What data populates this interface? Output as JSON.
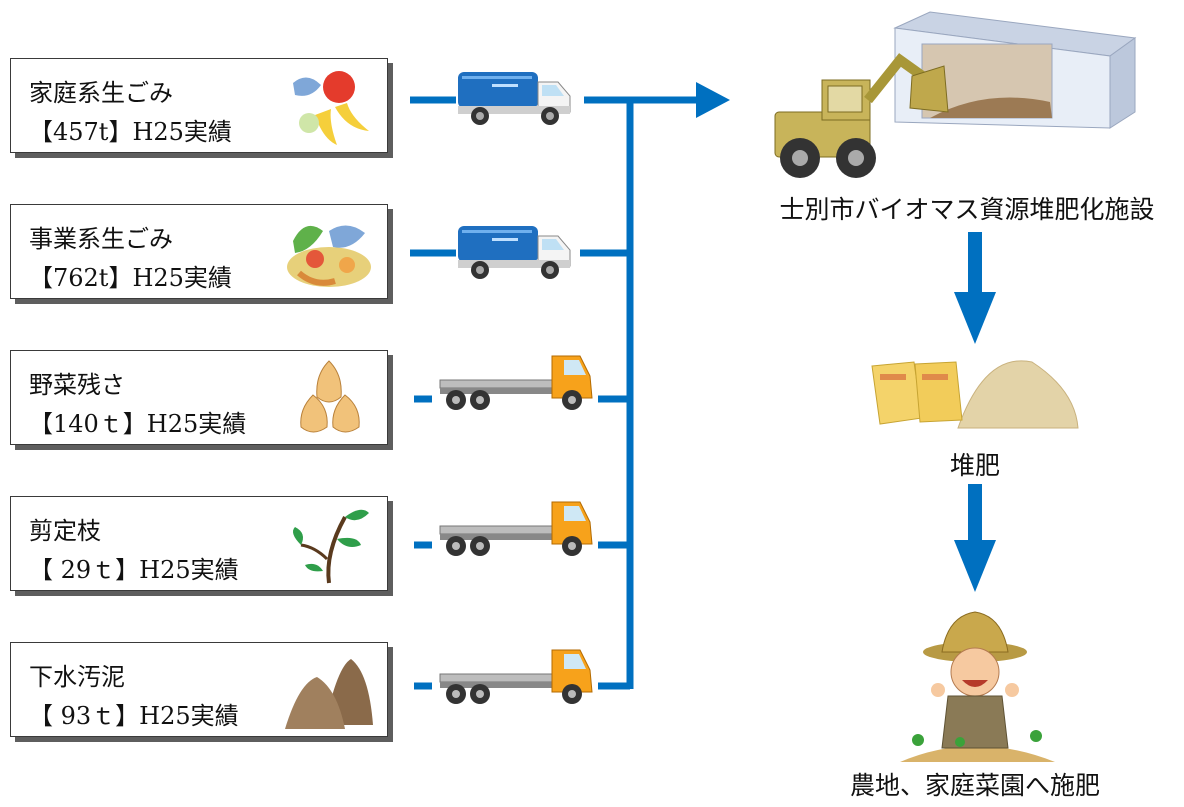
{
  "sources": [
    {
      "name": "家庭系生ごみ",
      "amount": "【457t】H25実績",
      "icon": "household-food-waste-icon",
      "vehicle": "packer-truck"
    },
    {
      "name": "事業系生ごみ",
      "amount": "【762t】H25実績",
      "icon": "business-food-waste-icon",
      "vehicle": "packer-truck"
    },
    {
      "name": "野菜残さ",
      "amount": "【140ｔ】H25実績",
      "icon": "onion-icon",
      "vehicle": "flatbed-truck"
    },
    {
      "name": "剪定枝",
      "amount": "【 29ｔ】H25実績",
      "icon": "branch-icon",
      "vehicle": "flatbed-truck"
    },
    {
      "name": "下水汚泥",
      "amount": "【 93ｔ】H25実績",
      "icon": "sludge-pile-icon",
      "vehicle": "flatbed-truck"
    }
  ],
  "facility": {
    "label": "士別市バイオマス資源堆肥化施設",
    "icon": "composting-facility-loader-icon"
  },
  "compost": {
    "label": "堆肥",
    "icon": "compost-bags-icon"
  },
  "destination": {
    "label": "農地、家庭菜園へ施肥",
    "icon": "farmer-icon"
  },
  "colors": {
    "arrow": "#0070c0",
    "box_border": "#3a3a3a",
    "box_shadow": "#5e5e5e",
    "packer_truck": "#1f6fc0",
    "flatbed_cab": "#f7a21b"
  }
}
